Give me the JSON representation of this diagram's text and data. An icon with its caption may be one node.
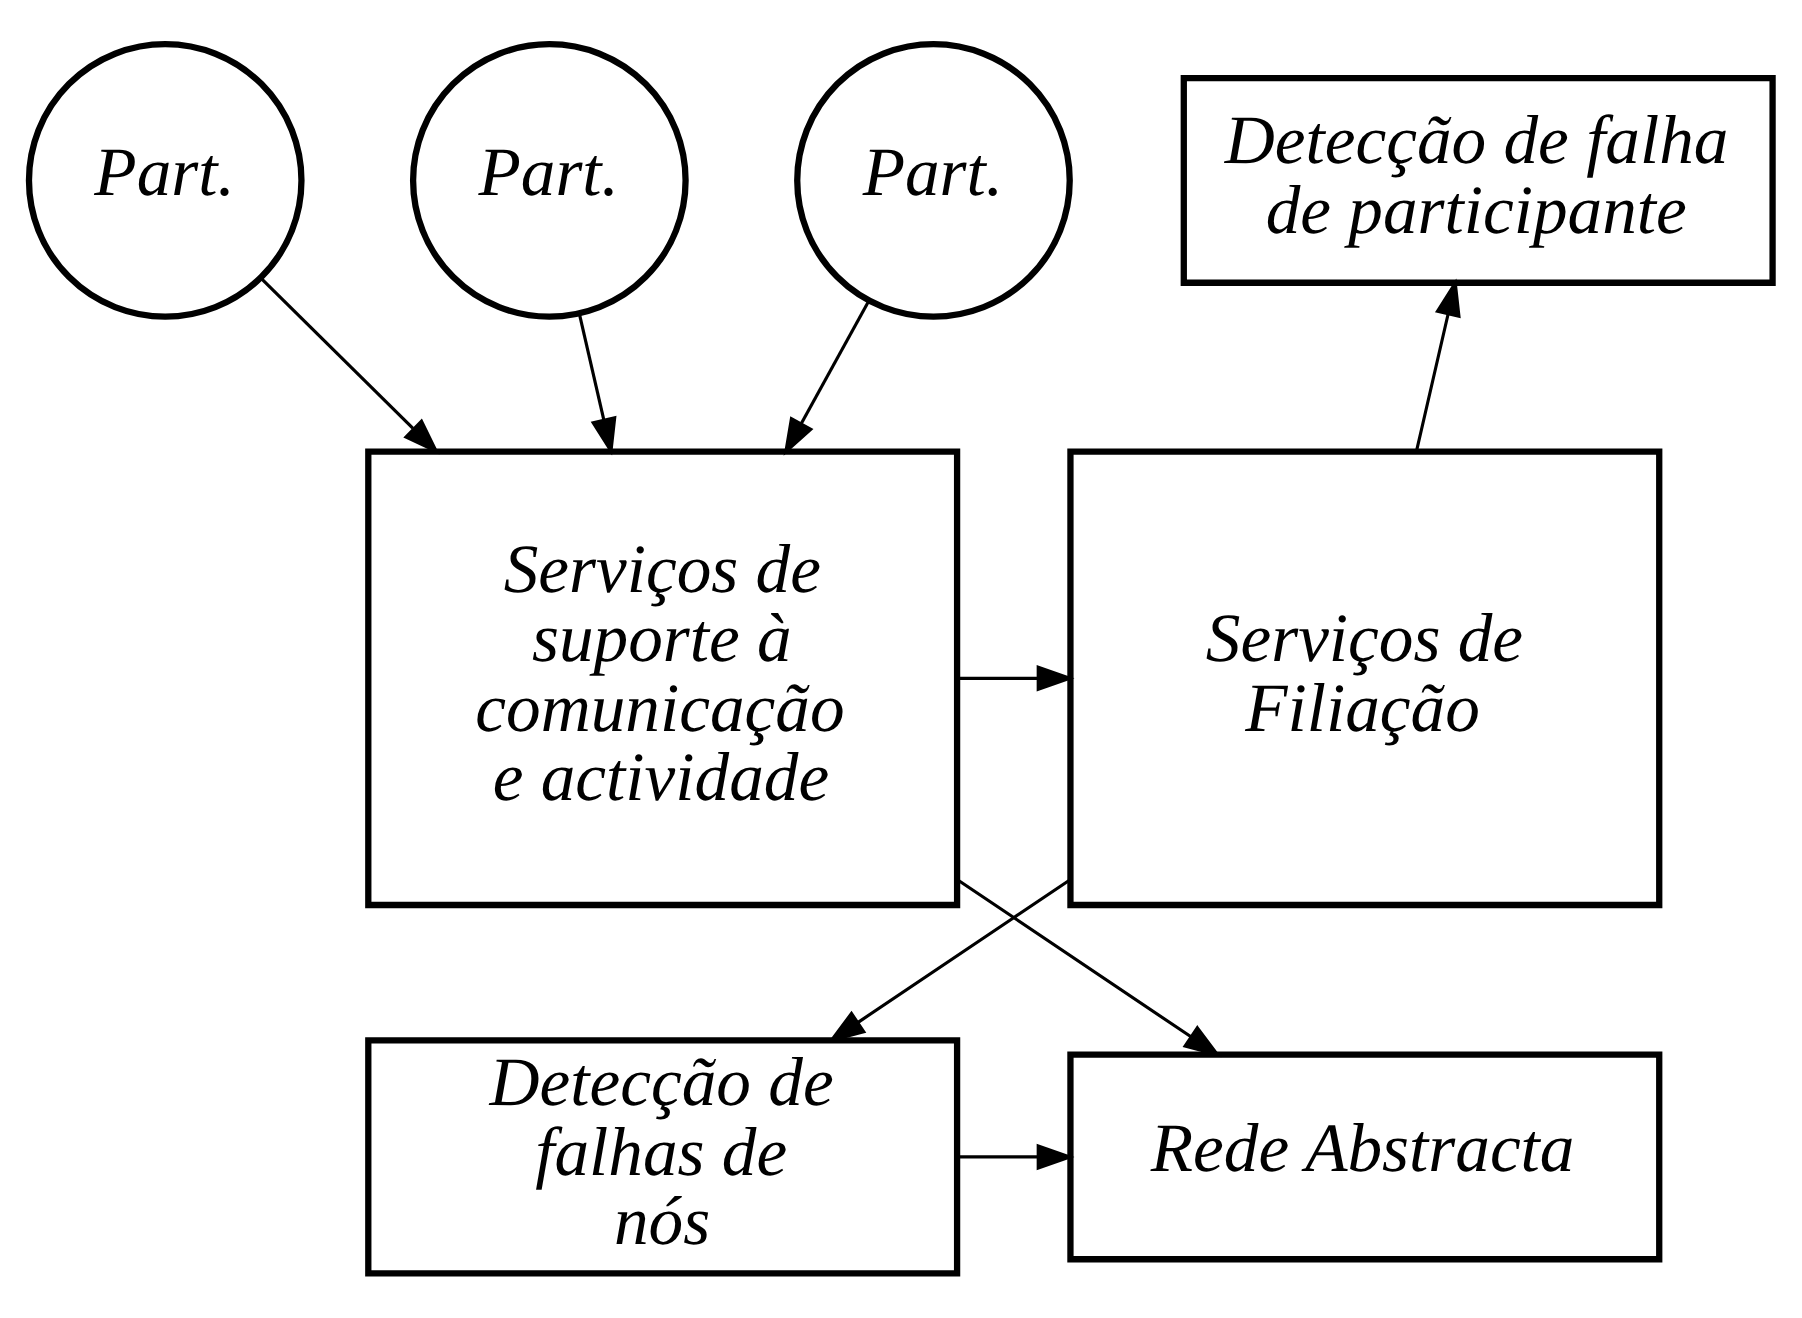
{
  "diagram": {
    "nodes": [
      {
        "text": [
          "Detecção de falha de participante"
        ]
      },
      {
        "text": [
          "Part."
        ]
      },
      {
        "text": [
          "Part."
        ]
      },
      {
        "text": [
          "Part."
        ]
      },
      {
        "text": [
          "Serviços de Filiação"
        ]
      },
      {
        "text": [
          "Serviços de suporte à comunicação e actividade"
        ]
      },
      {
        "text": [
          "Detecção de falhas de nós"
        ]
      },
      {
        "text": [
          "Rede Abstracta"
        ]
      }
    ],
    "edges": [
      {
        "from": 4,
        "to": 0,
        "arrow": "to"
      },
      {
        "from": 1,
        "to": 5,
        "arrow": "to"
      },
      {
        "from": 2,
        "to": 5,
        "arrow": "to"
      },
      {
        "from": 3,
        "to": 5,
        "arrow": "to"
      },
      {
        "from": 5,
        "to": 4,
        "arrow": "to"
      },
      {
        "from": 4,
        "to": 6,
        "arrow": "to"
      },
      {
        "from": 5,
        "to": 7,
        "arrow": "to"
      },
      {
        "from": 6,
        "to": 7,
        "arrow": "to"
      }
    ]
  }
}
